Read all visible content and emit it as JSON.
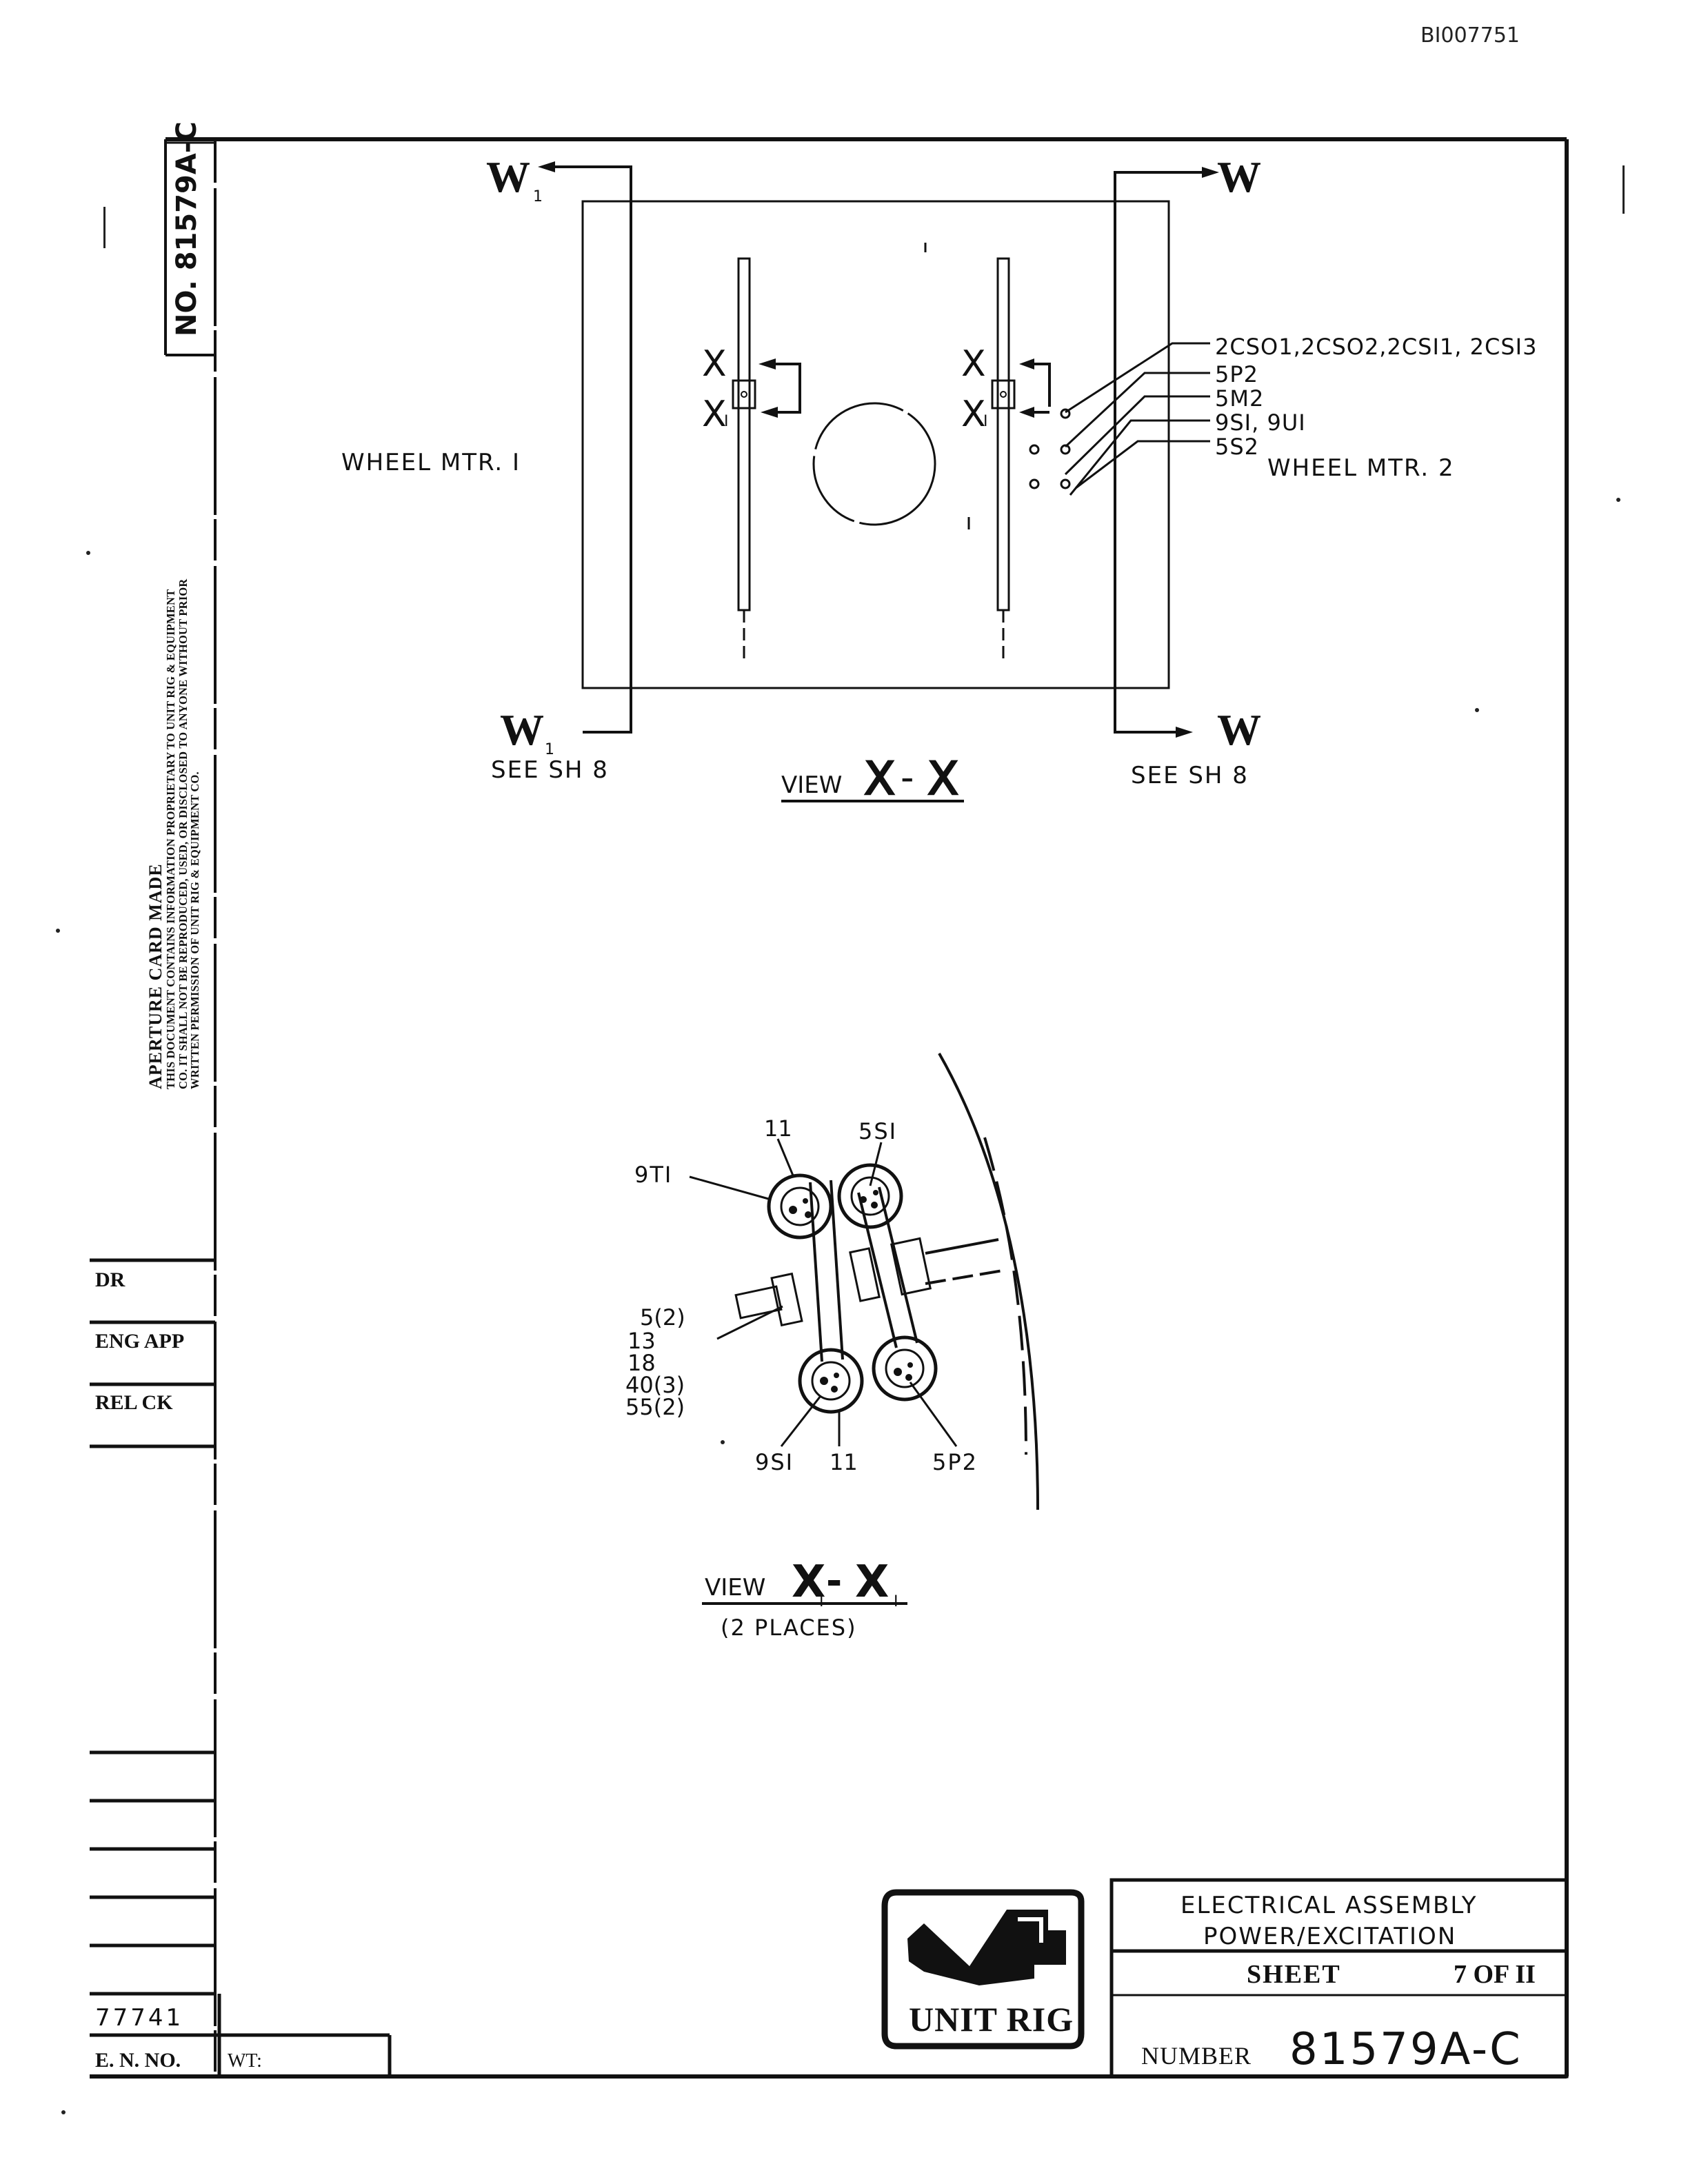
{
  "document_id": "BI007751",
  "side_margin": {
    "drawing_number": "NO. 81579A-C",
    "aperture_card": "APERTURE CARD MADE",
    "proprietary_notice": [
      "THIS DOCUMENT CONTAINS INFORMATION PROPRIETARY TO UNIT RIG & EQUIPMENT",
      "CO. IT SHALL NOT BE REPRODUCED, USED, OR DISCLOSED TO ANYONE WITHOUT PRIOR",
      "WRITTEN PERMISSION OF UNIT RIG & EQUIPMENT CO."
    ],
    "dr_label": "DR",
    "eng_app_label": "ENG APP",
    "rel_ck_label": "REL CK",
    "code": "77741",
    "en_no_label": "E. N. NO.",
    "wt_label": "WT:"
  },
  "view_xx": {
    "section_marks": {
      "top_left": "W",
      "top_right": "W",
      "bottom_left": "W",
      "bottom_right": "W",
      "subscript": "1"
    },
    "wheel_motor_1": "WHEEL MTR. I",
    "wheel_motor_2": "WHEEL MTR. 2",
    "callouts": [
      "2CSO1,2CSO2,2CSI1, 2CSI3",
      "5P2",
      "5M2",
      "9SI, 9UI",
      "5S2"
    ],
    "see_sheet_left": "SEE SH 8",
    "see_sheet_right": "SEE SH 8",
    "x_mark": "X",
    "x1_mark": "X",
    "x1_subscript": "I",
    "title_word": "VIEW",
    "title_sep": "-"
  },
  "view_xx1": {
    "labels": {
      "top_11": "11",
      "top_5s1": "5SI",
      "left_9t1": "9TI",
      "bottom_9s1": "9SI",
      "bottom_11": "11",
      "bottom_5p2": "5P2",
      "stack": [
        "5(2)",
        "13",
        "18",
        "40(3)",
        "55(2)"
      ]
    },
    "title_word": "VIEW",
    "title_x": "X",
    "title_sub": "I",
    "title_sep": "-",
    "subtitle": "(2 PLACES)"
  },
  "title_block": {
    "logo_text": "UNIT RIG",
    "title_line1": "ELECTRICAL ASSEMBLY",
    "title_line2": "POWER/EXCITATION",
    "sheet_label": "SHEET",
    "sheet_value": "7 OF II",
    "number_label": "NUMBER",
    "number_value": "81579A-C"
  }
}
